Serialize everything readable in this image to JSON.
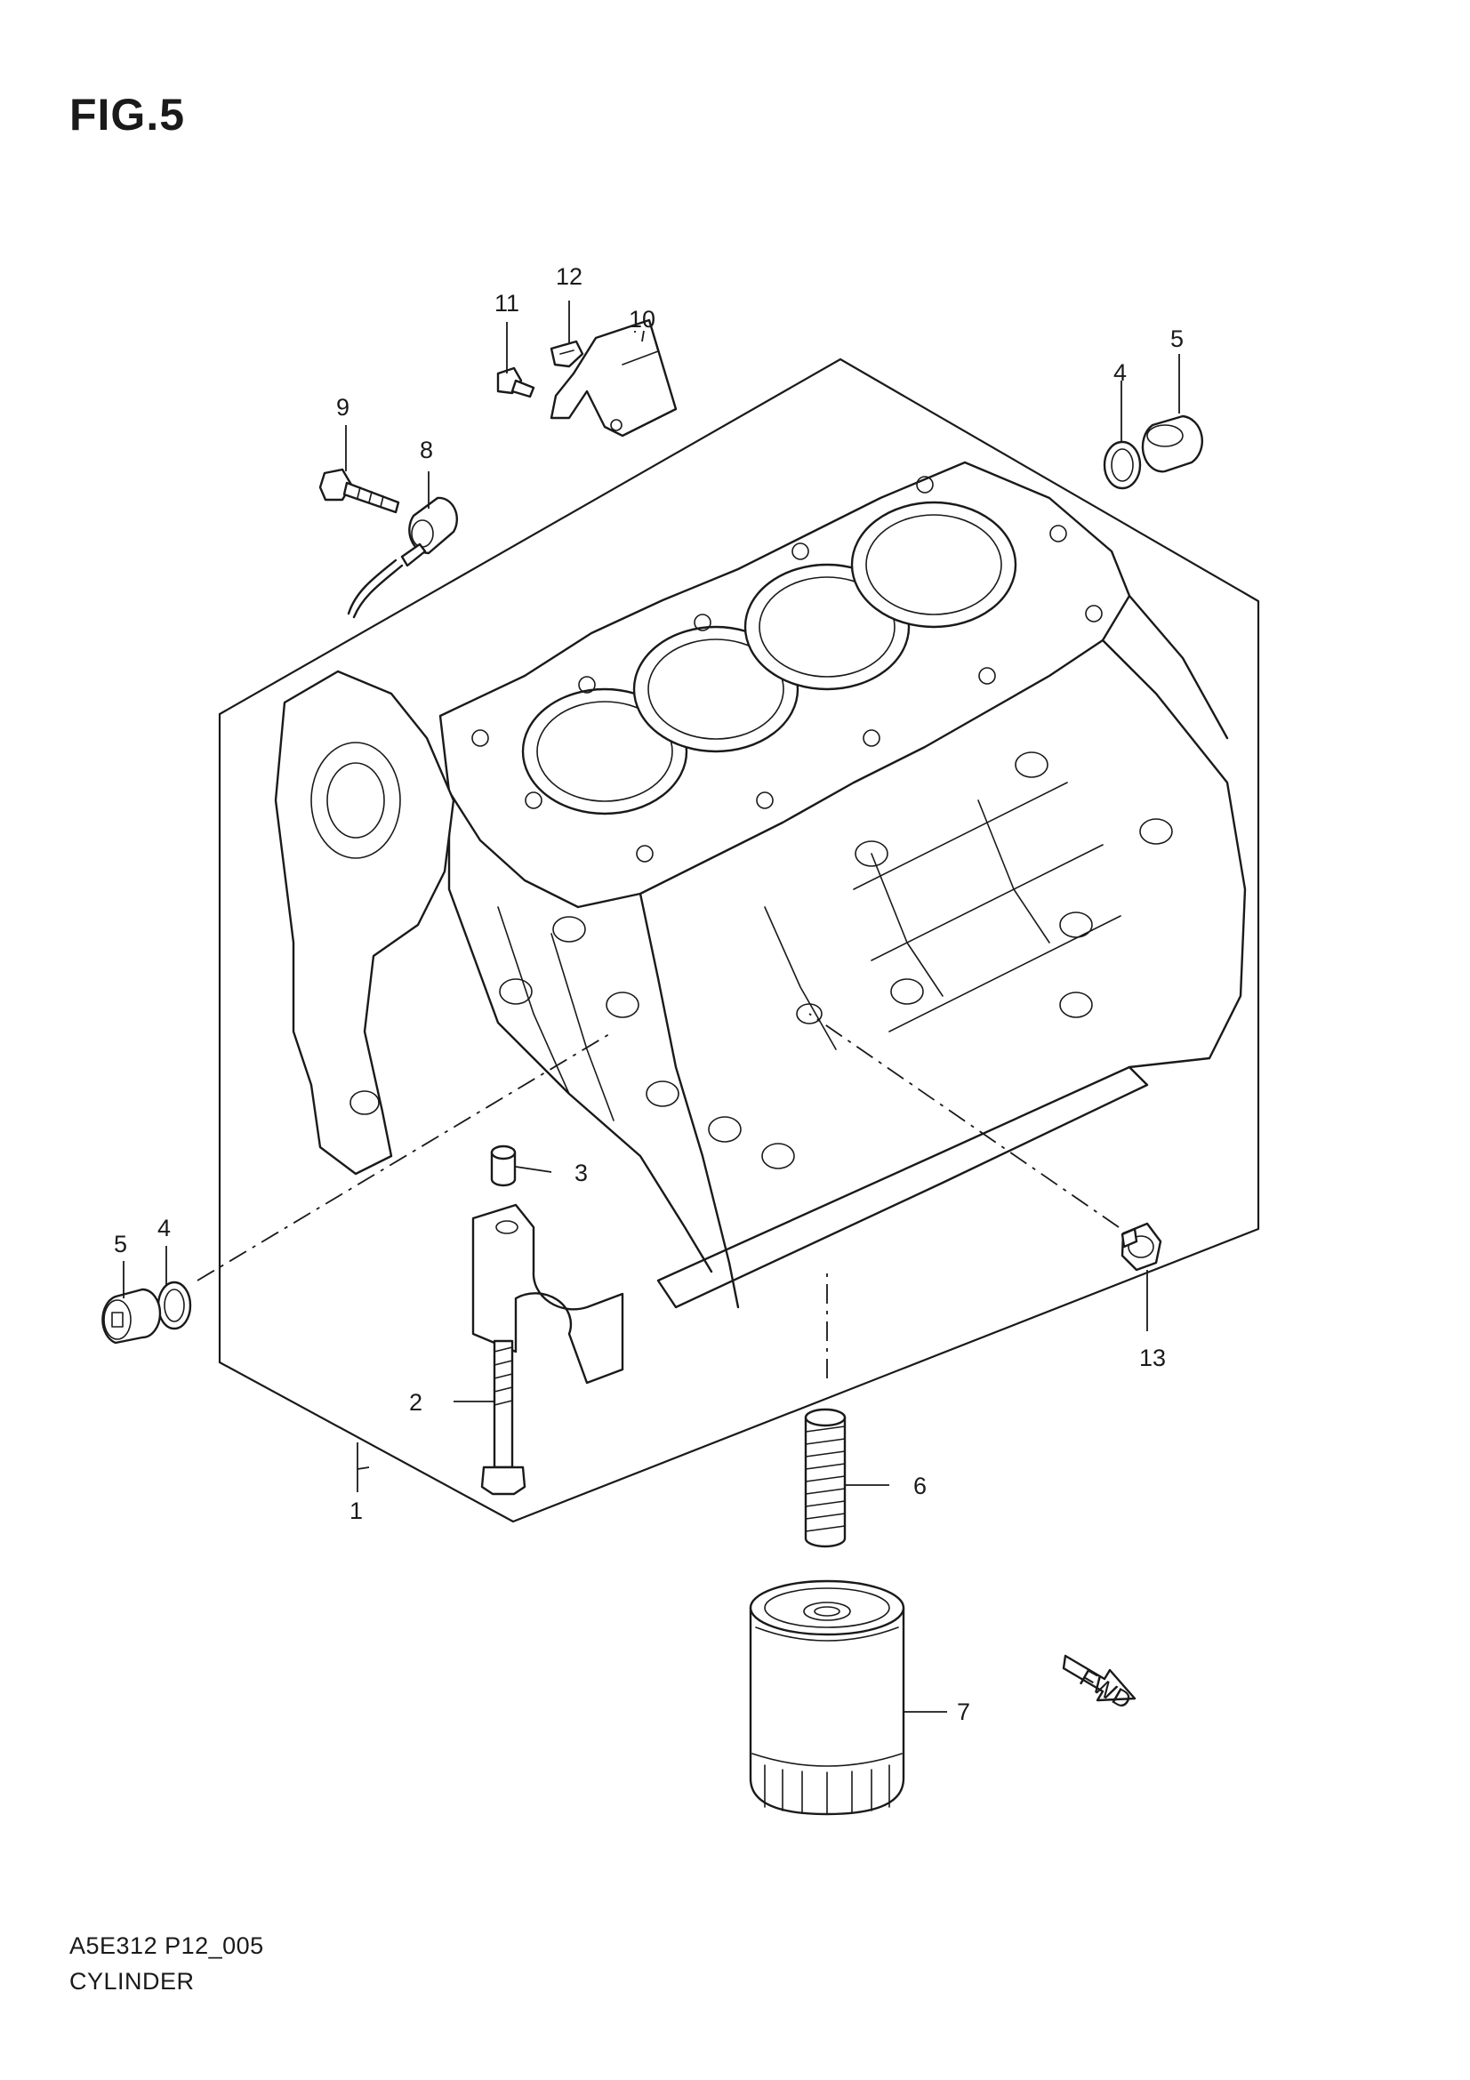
{
  "figure": {
    "title": "FIG.5"
  },
  "footer": {
    "code": "A5E312 P12_005",
    "caption": "CYLINDER"
  },
  "direction_marker": {
    "text": "FWD"
  },
  "callouts": {
    "c1": "1",
    "c2": "2",
    "c3": "3",
    "c4a": "4",
    "c4b": "4",
    "c5a": "5",
    "c5b": "5",
    "c6": "6",
    "c7": "7",
    "c8": "8",
    "c9": "9",
    "c10": "10",
    "c11": "11",
    "c12": "12",
    "c13": "13"
  }
}
